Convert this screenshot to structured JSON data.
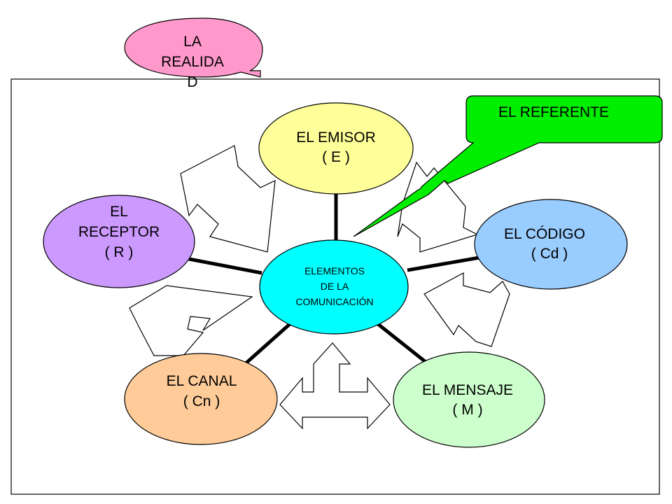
{
  "reality_callout": {
    "lines": [
      "LA",
      "REALIDA",
      "D"
    ],
    "color": "#ff99cc"
  },
  "referent_callout": {
    "label": "EL REFERENTE",
    "color": "#00ee00"
  },
  "center": {
    "lines": [
      "ELEMENTOS",
      "DE LA",
      "COMUNICACIÓN"
    ],
    "color": "#00ffff"
  },
  "nodes": {
    "emisor": {
      "lines": [
        "EL EMISOR",
        "( E )"
      ],
      "color": "#ffff99"
    },
    "codigo": {
      "lines": [
        "EL CÓDIGO",
        "( Cd )"
      ],
      "color": "#99ccff"
    },
    "mensaje": {
      "lines": [
        "EL MENSAJE",
        "( M )"
      ],
      "color": "#ccffcc"
    },
    "canal": {
      "lines": [
        "EL CANAL",
        "( Cn )"
      ],
      "color": "#ffcc99"
    },
    "receptor": {
      "lines": [
        "EL",
        "RECEPTOR",
        "( R )"
      ],
      "color": "#cc99ff"
    }
  }
}
